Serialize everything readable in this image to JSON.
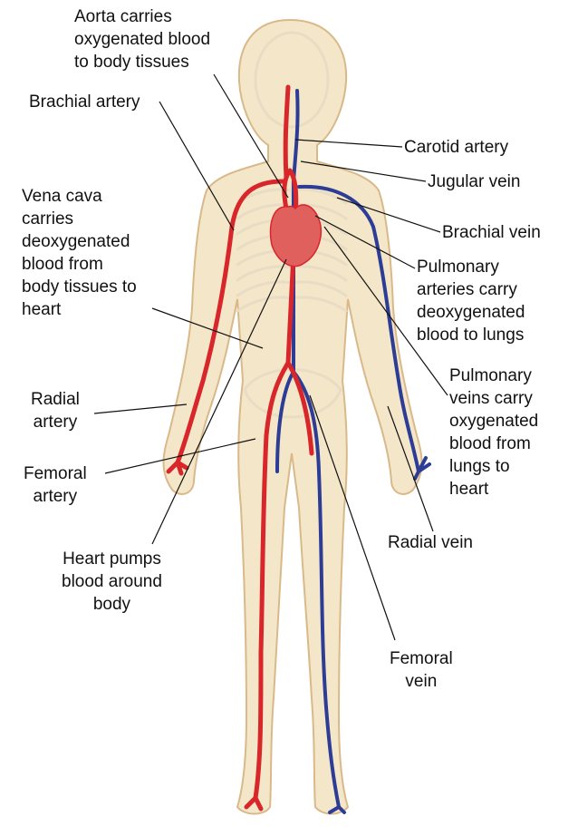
{
  "colors": {
    "skin": "#f4e6c8",
    "skin_outline": "#d9b98a",
    "bone": "#e8dcc4",
    "artery": "#d8262b",
    "vein": "#2d3d96",
    "heart": "#e0605e",
    "leader": "#111111"
  },
  "labels": {
    "aorta": "Aorta carries oxygenated blood to body tissues",
    "aorta_lines": [
      "Aorta carries",
      "oxygenated blood",
      "to body tissues"
    ],
    "brachial_artery": "Brachial artery",
    "vena_cava_lines": [
      "Vena cava",
      "carries",
      "deoxygenated",
      "blood from",
      "body tissues to",
      "heart"
    ],
    "radial_artery_lines": [
      "Radial",
      "artery"
    ],
    "femoral_artery_lines": [
      "Femoral",
      "artery"
    ],
    "heart_pumps_lines": [
      "Heart pumps",
      "blood around",
      "body"
    ],
    "carotid_artery": "Carotid artery",
    "jugular_vein": "Jugular vein",
    "brachial_vein": "Brachial vein",
    "pulmonary_arteries_lines": [
      "Pulmonary",
      "arteries carry",
      "deoxygenated",
      "blood to lungs"
    ],
    "pulmonary_veins_lines": [
      "Pulmonary",
      "veins carry",
      "oxygenated",
      "blood from",
      "lungs to",
      "heart"
    ],
    "radial_vein": "Radial vein",
    "femoral_vein_lines": [
      "Femoral",
      "vein"
    ]
  }
}
